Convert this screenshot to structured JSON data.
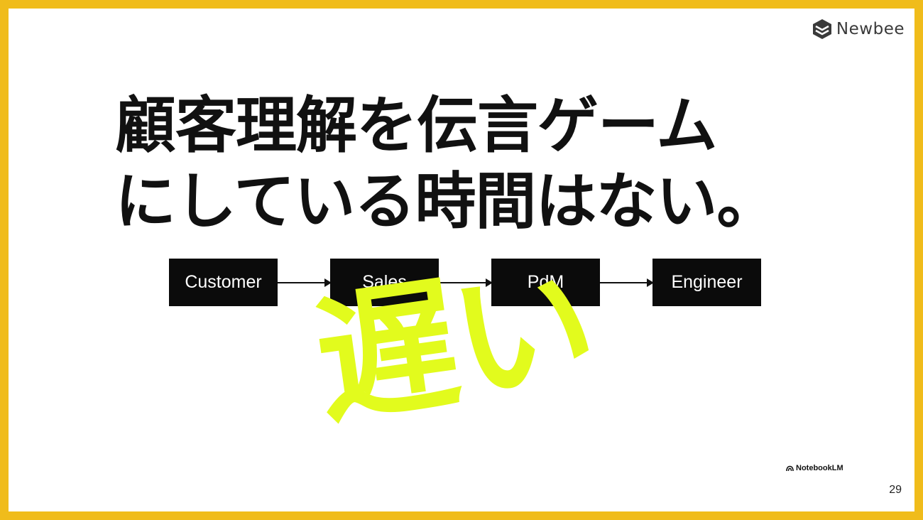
{
  "slide": {
    "logo_text": "Newbee",
    "headline": {
      "line1": "顧客理解を伝言ゲーム",
      "line2": "にしている時間はない。"
    },
    "flow": [
      {
        "label": "Customer"
      },
      {
        "label": "Sales"
      },
      {
        "label": "PdM"
      },
      {
        "label": "Engineer"
      }
    ],
    "overlay_text": "遅い",
    "watermark": "NotebookLM",
    "page_number": "29"
  },
  "colors": {
    "frame": "#F0BC1B",
    "background": "#FFFFFF",
    "text": "#111111",
    "box": "#0B0B0B",
    "overlay": "#E2FB1D"
  },
  "icons": {
    "logo": "hexagon-stack-icon",
    "watermark": "notebooklm-icon"
  }
}
